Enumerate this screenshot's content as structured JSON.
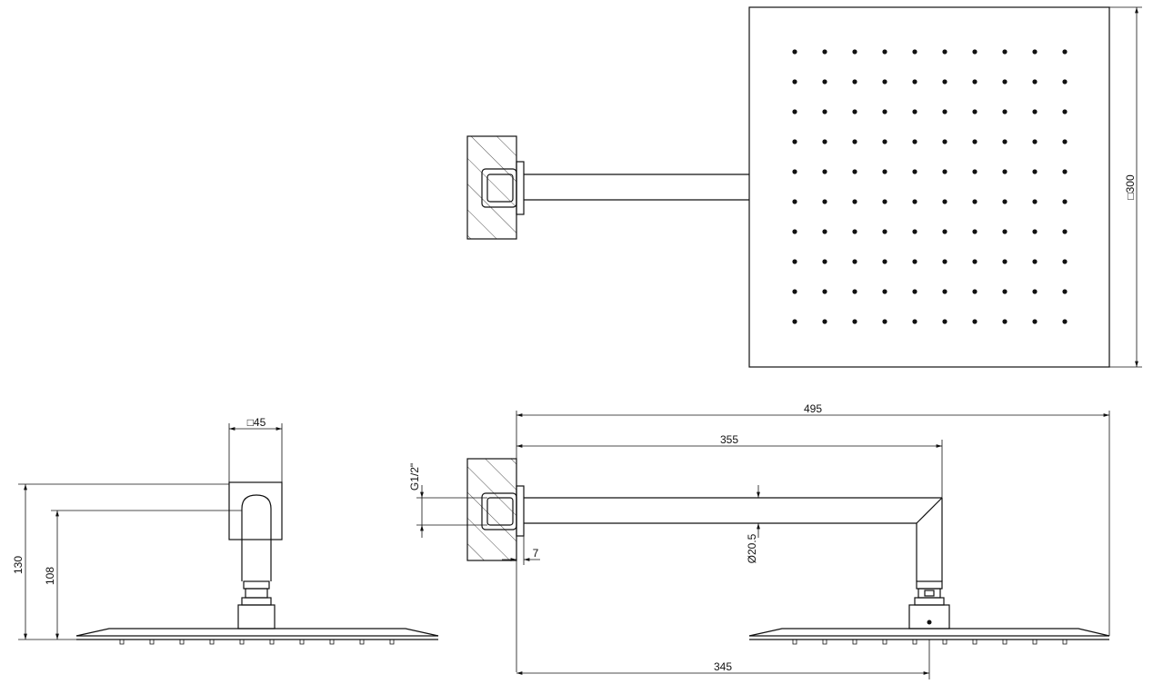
{
  "dimensions": {
    "head_square": "□300",
    "total_length": "495",
    "arm_length": "355",
    "projection": "345",
    "flange_square": "□45",
    "overall_height": "130",
    "arm_height": "108",
    "thread": "G1/2\"",
    "arm_diameter": "Ø20.5",
    "wall_offset": "7"
  },
  "nozzle_grid": {
    "rows": 10,
    "cols": 10
  }
}
